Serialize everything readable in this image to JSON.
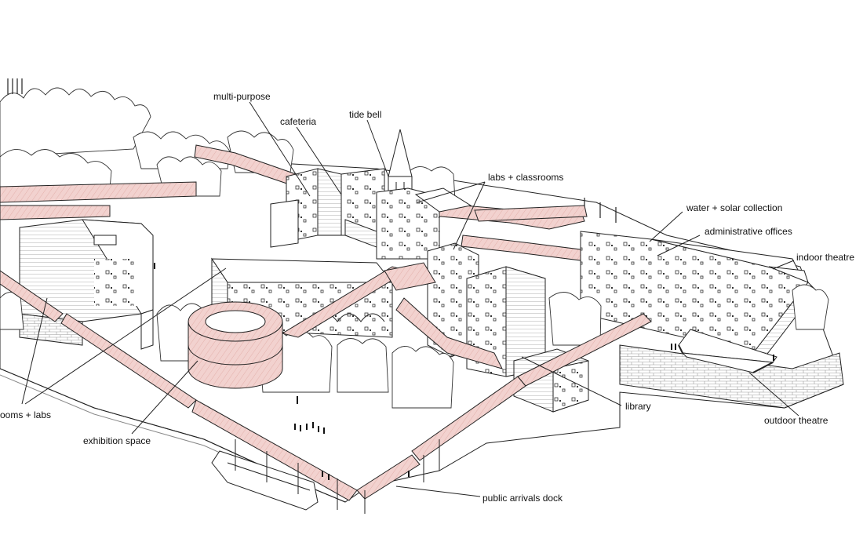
{
  "labels": {
    "multi_purpose": "multi-purpose",
    "cafeteria": "cafeteria",
    "tide_bell": "tide bell",
    "labs_classrooms": "labs + classrooms",
    "water_solar": "water + solar collection",
    "admin_offices": "administrative offices",
    "indoor_theatre": "indoor theatre",
    "rooms_labs": "ooms + labs",
    "exhibition_space": "exhibition space",
    "library": "library",
    "outdoor_theatre": "outdoor theatre",
    "public_dock": "public arrivals dock"
  },
  "colors": {
    "line": "#222222",
    "walkway_fill": "#f2d2cf",
    "walkway_hatch": "#e0a9a4",
    "tree": "#333333",
    "background": "#ffffff"
  }
}
